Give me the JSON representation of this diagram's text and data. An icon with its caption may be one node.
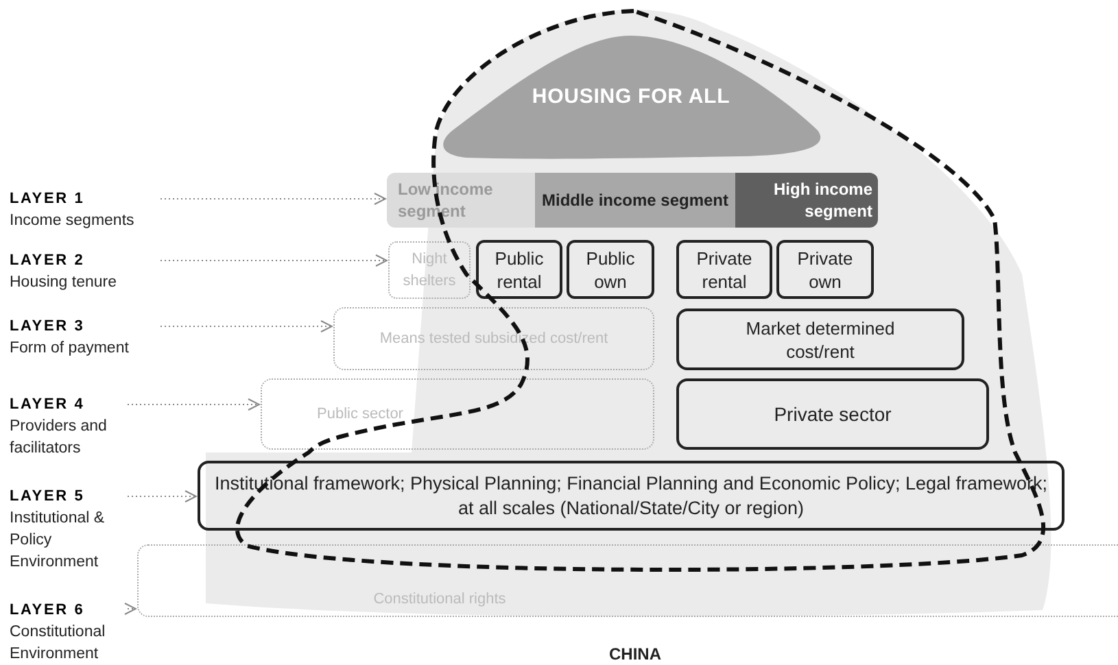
{
  "diagram": {
    "nodes": [
      {
        "text": [
          "LAYER 1",
          "Income segments"
        ]
      },
      {
        "text": [
          "LAYER 2",
          "Housing tenure"
        ]
      },
      {
        "text": [
          "LAYER 3",
          "Form of payment"
        ]
      },
      {
        "text": [
          "LAYER 4",
          "Providers and facilitators"
        ]
      },
      {
        "text": [
          "LAYER 5",
          "Institutional & Policy Environment"
        ]
      },
      {
        "text": [
          "LAYER 6",
          "Constitutional Environment"
        ]
      },
      {
        "text": [
          "HOUSING FOR ALL"
        ]
      },
      {
        "text": [
          "Low income segment"
        ]
      },
      {
        "text": [
          "Middle income segment"
        ]
      },
      {
        "text": [
          "High income segment"
        ]
      },
      {
        "text": [
          "Night shelters"
        ]
      },
      {
        "text": [
          "Public rental"
        ]
      },
      {
        "text": [
          "Public own"
        ]
      },
      {
        "text": [
          "Private rental"
        ]
      },
      {
        "text": [
          "Private own"
        ]
      },
      {
        "text": [
          "Means tested subsidized cost/rent"
        ]
      },
      {
        "text": [
          "Market determined cost/rent"
        ]
      },
      {
        "text": [
          "Public sector"
        ]
      },
      {
        "text": [
          "Private sector"
        ]
      },
      {
        "text": [
          "Institutional framework; Physical Planning; Financial Planning and Economic Policy; Legal framework; at all scales (National/State/City or region)"
        ]
      },
      {
        "text": [
          "Constitutional rights"
        ]
      }
    ],
    "edges": [
      {
        "from": 0,
        "to": 7,
        "arrow": "to"
      },
      {
        "from": 1,
        "to": 10,
        "arrow": "to"
      },
      {
        "from": 2,
        "to": 15,
        "arrow": "to"
      },
      {
        "from": 3,
        "to": 17,
        "arrow": "to"
      },
      {
        "from": 4,
        "to": 19,
        "arrow": "to"
      },
      {
        "from": 5,
        "to": 20,
        "arrow": "to"
      }
    ],
    "labels": [
      "CHINA"
    ]
  }
}
